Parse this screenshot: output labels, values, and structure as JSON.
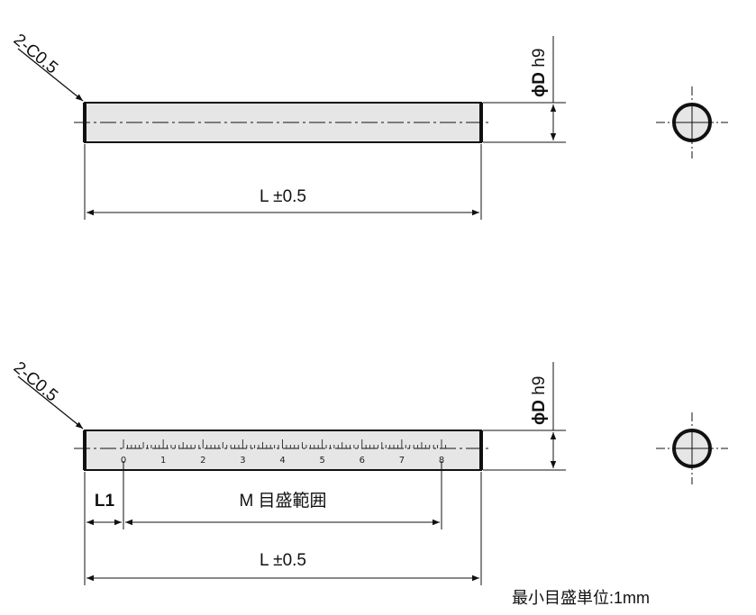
{
  "colors": {
    "line": "#111111",
    "rod_fill": "#e6e6e6"
  },
  "top_view": {
    "chamfer_label": "2-C0.5",
    "diameter_label_bold": "ϕD",
    "diameter_label_tol": " h9",
    "length_label": "L ±0.5"
  },
  "bottom_view": {
    "chamfer_label": "2-C0.5",
    "diameter_label_bold": "ϕD",
    "diameter_label_tol": " h9",
    "l1_label": "L1",
    "scale_range_label": "M 目盛範囲",
    "length_label": "L ±0.5",
    "scale_numbers": [
      "0",
      "1",
      "2",
      "3",
      "4",
      "5",
      "6",
      "7",
      "8"
    ]
  },
  "note": "最小目盛単位:1mm"
}
